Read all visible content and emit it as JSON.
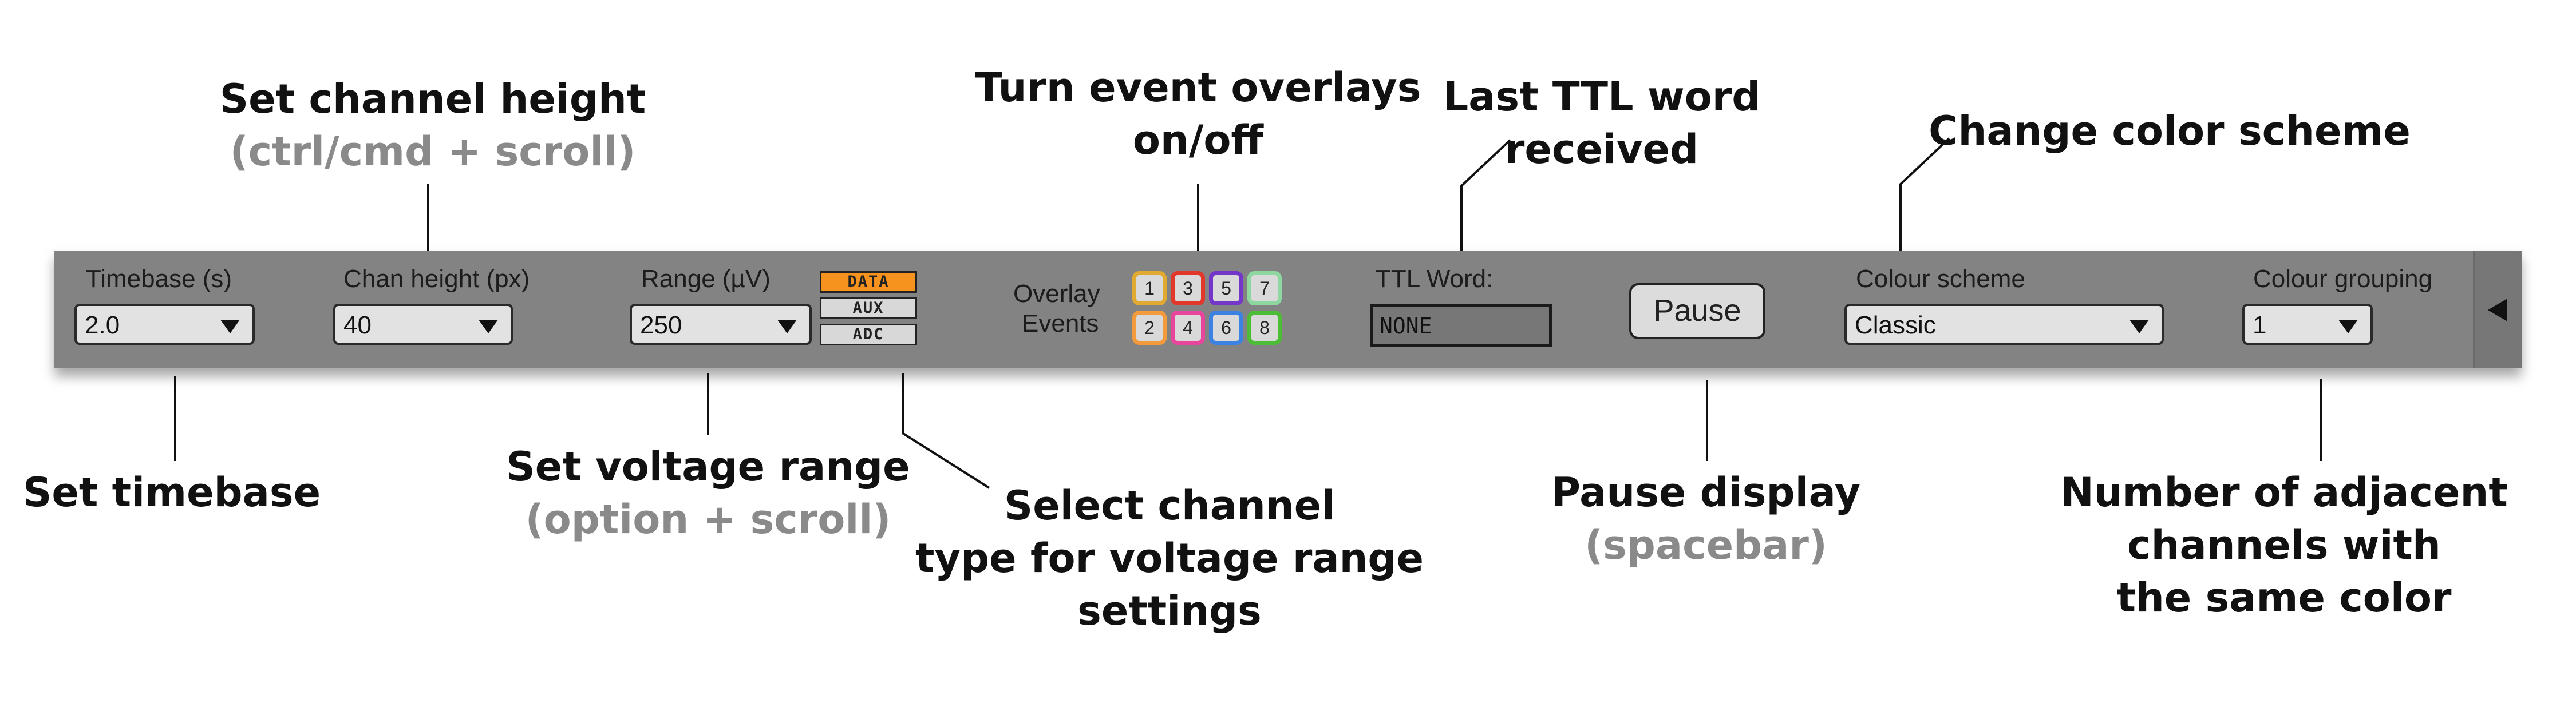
{
  "toolbar": {
    "timebase": {
      "label": "Timebase (s)",
      "value": "2.0"
    },
    "chan_height": {
      "label": "Chan height (px)",
      "value": "40"
    },
    "range": {
      "label": "Range (µV)",
      "value": "250",
      "types": [
        {
          "label": "DATA",
          "active": true
        },
        {
          "label": "AUX",
          "active": false
        },
        {
          "label": "ADC",
          "active": false
        }
      ]
    },
    "overlay": {
      "label_line1": "Overlay",
      "label_line2": "Events",
      "buttons": [
        {
          "label": "1",
          "color": "#e0a930"
        },
        {
          "label": "3",
          "color": "#e2372b"
        },
        {
          "label": "5",
          "color": "#7436c9"
        },
        {
          "label": "7",
          "color": "#8fd7a0"
        },
        {
          "label": "2",
          "color": "#f39a3c"
        },
        {
          "label": "4",
          "color": "#e8459d"
        },
        {
          "label": "6",
          "color": "#3b82e2"
        },
        {
          "label": "8",
          "color": "#4bbd36"
        }
      ]
    },
    "ttl": {
      "label": "TTL Word:",
      "value": "NONE"
    },
    "pause": {
      "label": "Pause"
    },
    "colour_scheme": {
      "label": "Colour scheme",
      "value": "Classic"
    },
    "colour_grouping": {
      "label": "Colour grouping",
      "value": "1"
    },
    "collapse_icon": "left-triangle-icon"
  },
  "annotations": {
    "chan_height": {
      "line1": "Set channel height",
      "hint": "(ctrl/cmd + scroll)"
    },
    "overlays": {
      "line1": "Turn event overlays",
      "line2": "on/off"
    },
    "ttl": {
      "line1": "Last TTL word",
      "line2": "received"
    },
    "colour_scheme": {
      "line1": "Change color scheme"
    },
    "timebase": {
      "line1": "Set timebase"
    },
    "voltage": {
      "line1": "Set voltage range",
      "hint": "(option + scroll)"
    },
    "channel_type": {
      "line1": "Select channel",
      "line2": "type for voltage range",
      "line3": "settings"
    },
    "pause": {
      "line1": "Pause display",
      "hint": "(spacebar)"
    },
    "grouping": {
      "line1": "Number of adjacent",
      "line2": "channels with",
      "line3": "the same color"
    }
  }
}
